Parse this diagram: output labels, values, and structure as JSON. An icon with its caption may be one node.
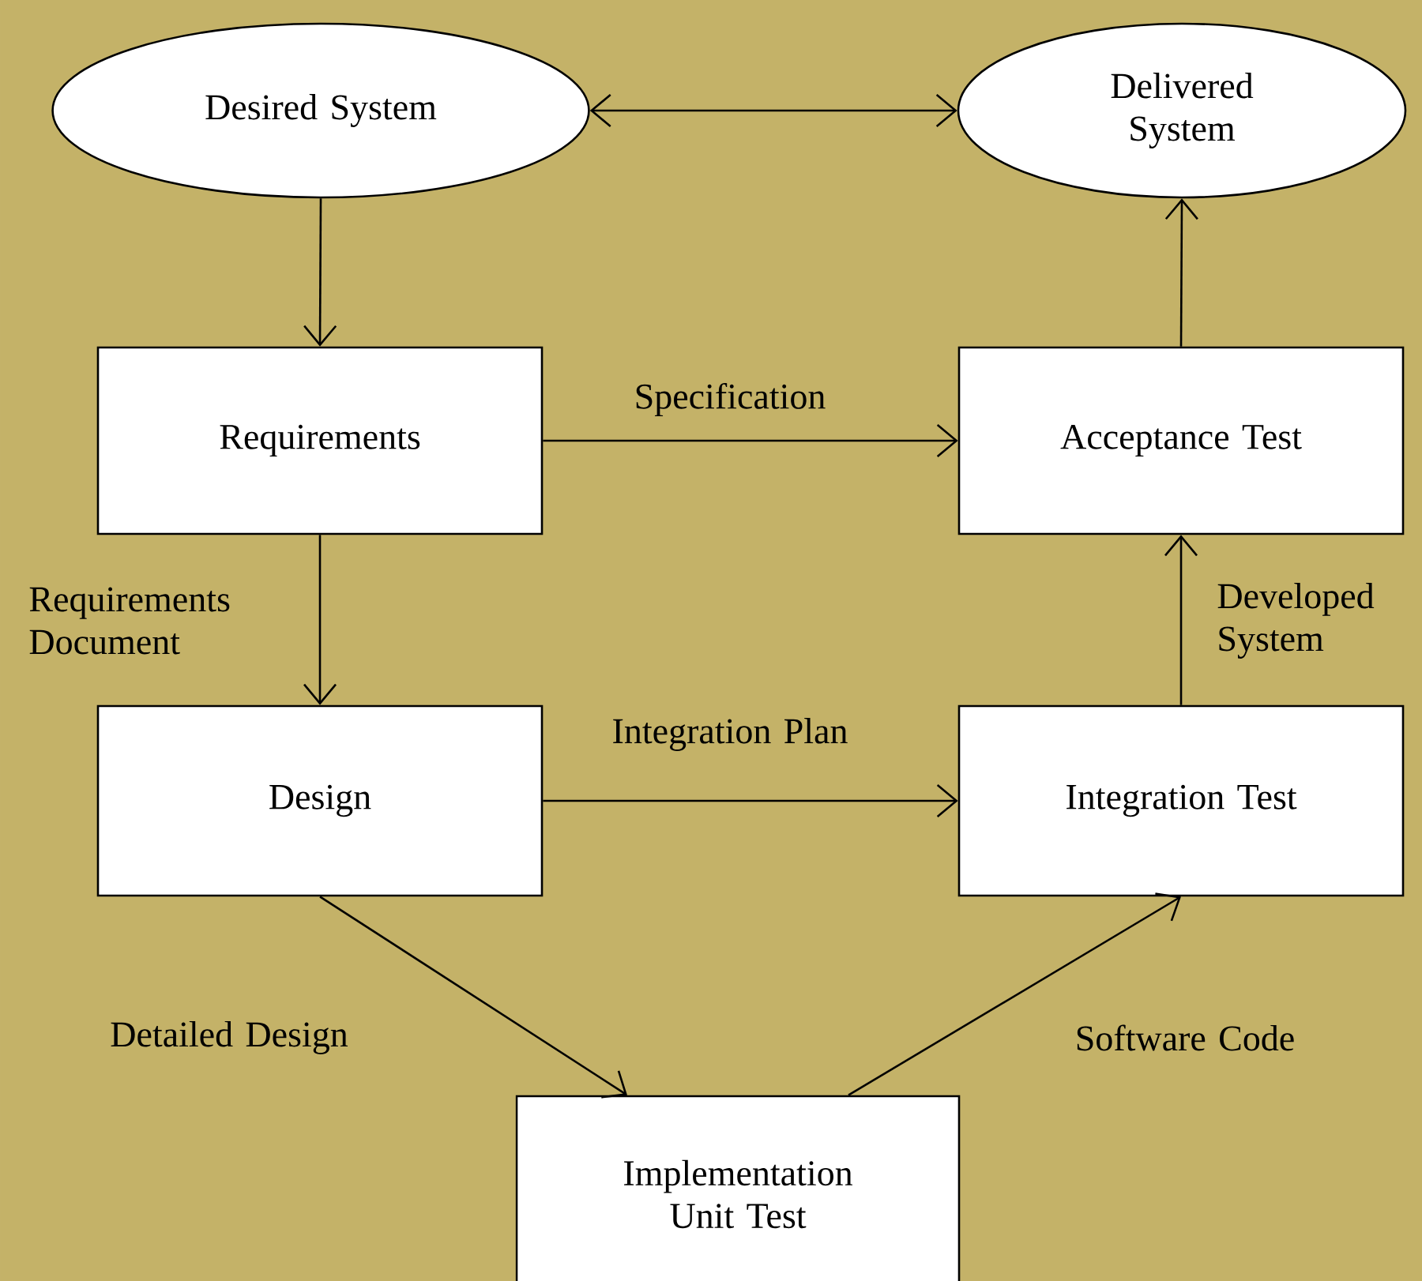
{
  "diagram": {
    "nodes": [
      {
        "text": [
          "Desired System"
        ]
      },
      {
        "text": [
          "Delivered System"
        ]
      },
      {
        "text": [
          "Requirements"
        ]
      },
      {
        "text": [
          "Acceptance Test"
        ]
      },
      {
        "text": [
          "Design"
        ]
      },
      {
        "text": [
          "Integration Test"
        ]
      },
      {
        "text": [
          "Implementation Unit Test"
        ]
      }
    ],
    "edges": [
      {
        "from": 0,
        "to": 1,
        "arrow": "both"
      },
      {
        "from": 0,
        "to": 2,
        "arrow": "to"
      },
      {
        "from": 2,
        "to": 3,
        "arrow": "to",
        "label": "Specification"
      },
      {
        "from": 2,
        "to": 4,
        "arrow": "to",
        "label": "Requirements Document"
      },
      {
        "from": 4,
        "to": 5,
        "arrow": "to",
        "label": "Integration Plan"
      },
      {
        "from": 4,
        "to": 6,
        "arrow": "to",
        "label": "Detailed Design"
      },
      {
        "from": 6,
        "to": 5,
        "arrow": "to",
        "label": "Software Code"
      },
      {
        "from": 5,
        "to": 3,
        "arrow": "to",
        "label": "Developed System"
      },
      {
        "from": 3,
        "to": 1,
        "arrow": "to"
      }
    ]
  }
}
